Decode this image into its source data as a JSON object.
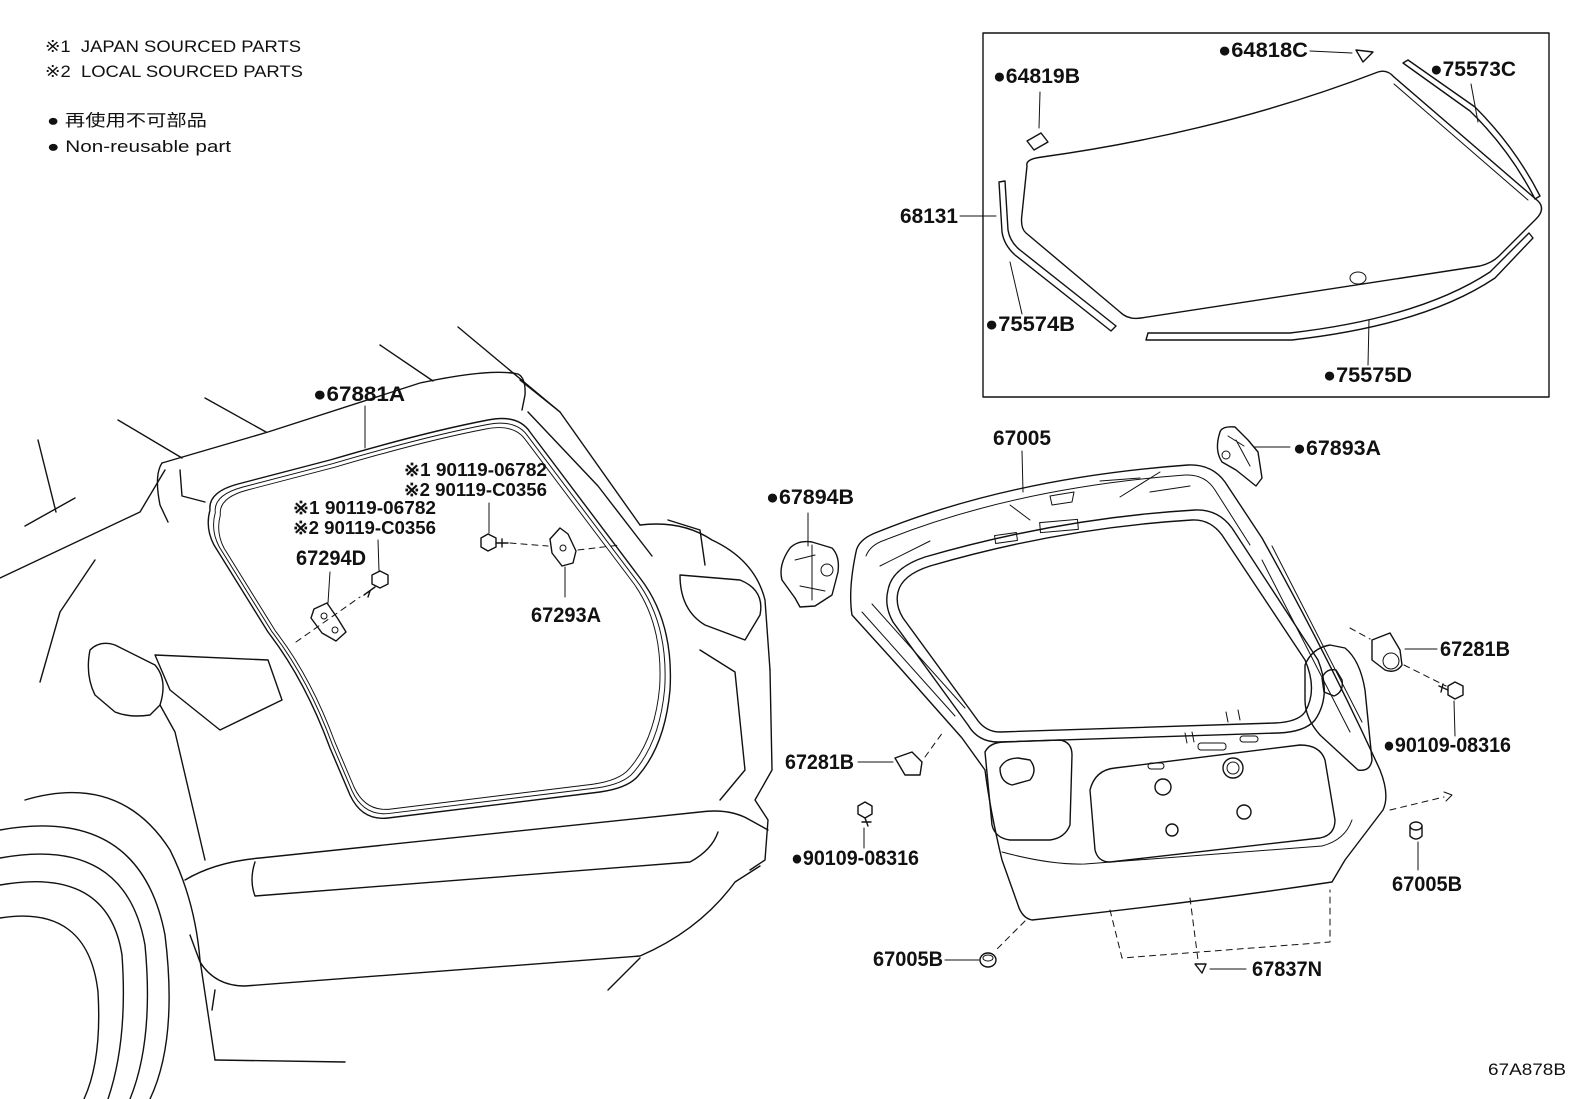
{
  "legend": {
    "japan_sourced": "※1  JAPAN SOURCED PARTS",
    "local_sourced": "※2  LOCAL SOURCED PARTS",
    "non_reusable_jp": "● 再使用不可部品",
    "non_reusable_en": "● Non-reusable part"
  },
  "callouts": {
    "c64818C": "●64818C",
    "c75573C": "●75573C",
    "c64819B": "●64819B",
    "c68131": "68131",
    "c75574B": "●75574B",
    "c75575D": "●75575D",
    "c67881A": "●67881A",
    "c67005": "67005",
    "c67893A": "●67893A",
    "c67894B": "●67894B",
    "c90119_a_jp": "※1 90119-06782",
    "c90119_a_local": "※2 90119-C0356",
    "c90119_b_jp": "※1 90119-06782",
    "c90119_b_local": "※2 90119-C0356",
    "c67294D": "67294D",
    "c67293A": "67293A",
    "c67281B_right": "67281B",
    "c90109_right": "●90109-08316",
    "c67281B_left": "67281B",
    "c90109_left": "●90109-08316",
    "c67005B_right": "67005B",
    "c67005B_bottom": "67005B",
    "c67837N": "67837N"
  },
  "figure_code": "67A878B"
}
